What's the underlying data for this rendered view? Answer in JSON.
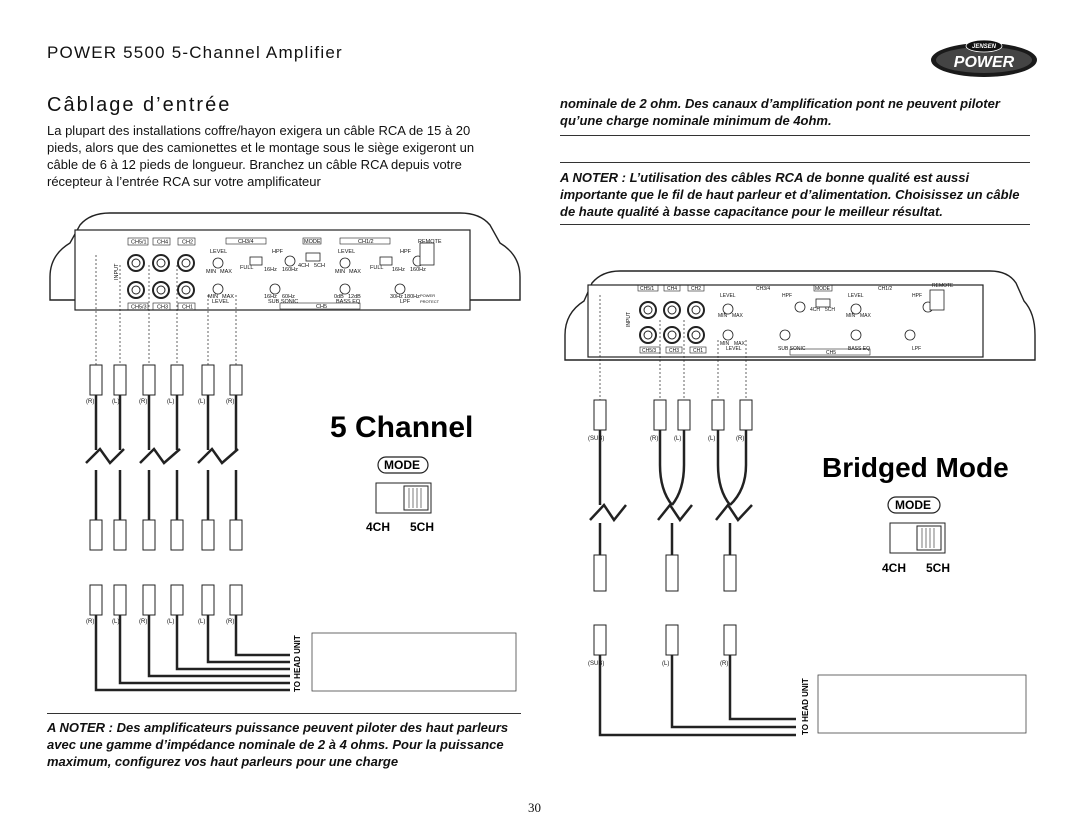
{
  "header": {
    "title": "POWER 5500 5-Channel Amplifier",
    "logo_brand": "POWER",
    "logo_maker": "JENSEN"
  },
  "section": {
    "title": "Câblage d’entrée",
    "intro": "La plupart des installations coffre/hayon exigera un câble RCA de 15 à 20 pieds, alors que des camionettes et le montage sous le siège exigeront un câble de 6 à 12 pieds de longueur. Branchez un câble RCA depuis votre récepteur à l’entrée RCA sur votre amplificateur"
  },
  "notes": {
    "top": "nominale de 2 ohm. Des canaux d’amplification pont ne peuvent piloter qu’une charge nominale minimum de 4ohm.",
    "rca": "A NOTER : L’utilisation des câbles RCA de bonne qualité est aussi importante que le fil de haut parleur et d’alimentation. Choisissez un câble de haute qualité à basse capacitance pour le meilleur résultat.",
    "bottom": "A NOTER : Des amplificateurs puissance peuvent piloter des haut parleurs avec une gamme d’impédance nominale de 2 à 4 ohms. Pour la puissance maximum, configurez vos haut parleurs pour une charge"
  },
  "diagram_left": {
    "title": "5 Channel",
    "mode_label": "MODE",
    "switch_4ch": "4CH",
    "switch_5ch": "5CH",
    "head_unit": "TO HEAD UNIT",
    "plug_labels_top": [
      "(R)",
      "(L)",
      "(R)",
      "(L)",
      "(L)",
      "(R)"
    ],
    "plug_labels_bottom": [
      "(R)",
      "(L)",
      "(R)",
      "(L)",
      "(L)",
      "(R)"
    ],
    "panel": {
      "input": "INPUT",
      "ch51": "CH5/1",
      "ch4": "CH4",
      "ch2": "CH2",
      "ch53": "CH5/3",
      "ch3": "CH3",
      "ch1": "CH1",
      "ch34": "CH3/4",
      "ch12": "CH1/2",
      "ch5": "CH5",
      "mode": "MODE",
      "remote": "REMOTE",
      "level": "LEVEL",
      "hpf": "HPF",
      "min": "MIN",
      "max": "MAX",
      "full": "FULL",
      "hz16": "16Hz",
      "hz160": "160Hz",
      "ch4sw": "4CH",
      "ch5sw": "5CH",
      "sub_sonic": "SUB SONIC",
      "bass_eq": "BASS EQ",
      "lpf": "LPF",
      "db0": "0dB",
      "db12": "12dB",
      "hz30": "30Hz",
      "hz180": "180Hz",
      "power": "POWER",
      "protect": "PROTECT"
    }
  },
  "diagram_right": {
    "title": "Bridged Mode",
    "mode_label": "MODE",
    "switch_4ch": "4CH",
    "switch_5ch": "5CH",
    "head_unit": "TO HEAD UNIT",
    "plug_labels_top": [
      "(SUB)",
      "(R)",
      "(L)",
      "(L)",
      "(R)"
    ],
    "plug_labels_bottom": [
      "(SUB)",
      "(L)",
      "(R)"
    ]
  },
  "page_number": "30"
}
